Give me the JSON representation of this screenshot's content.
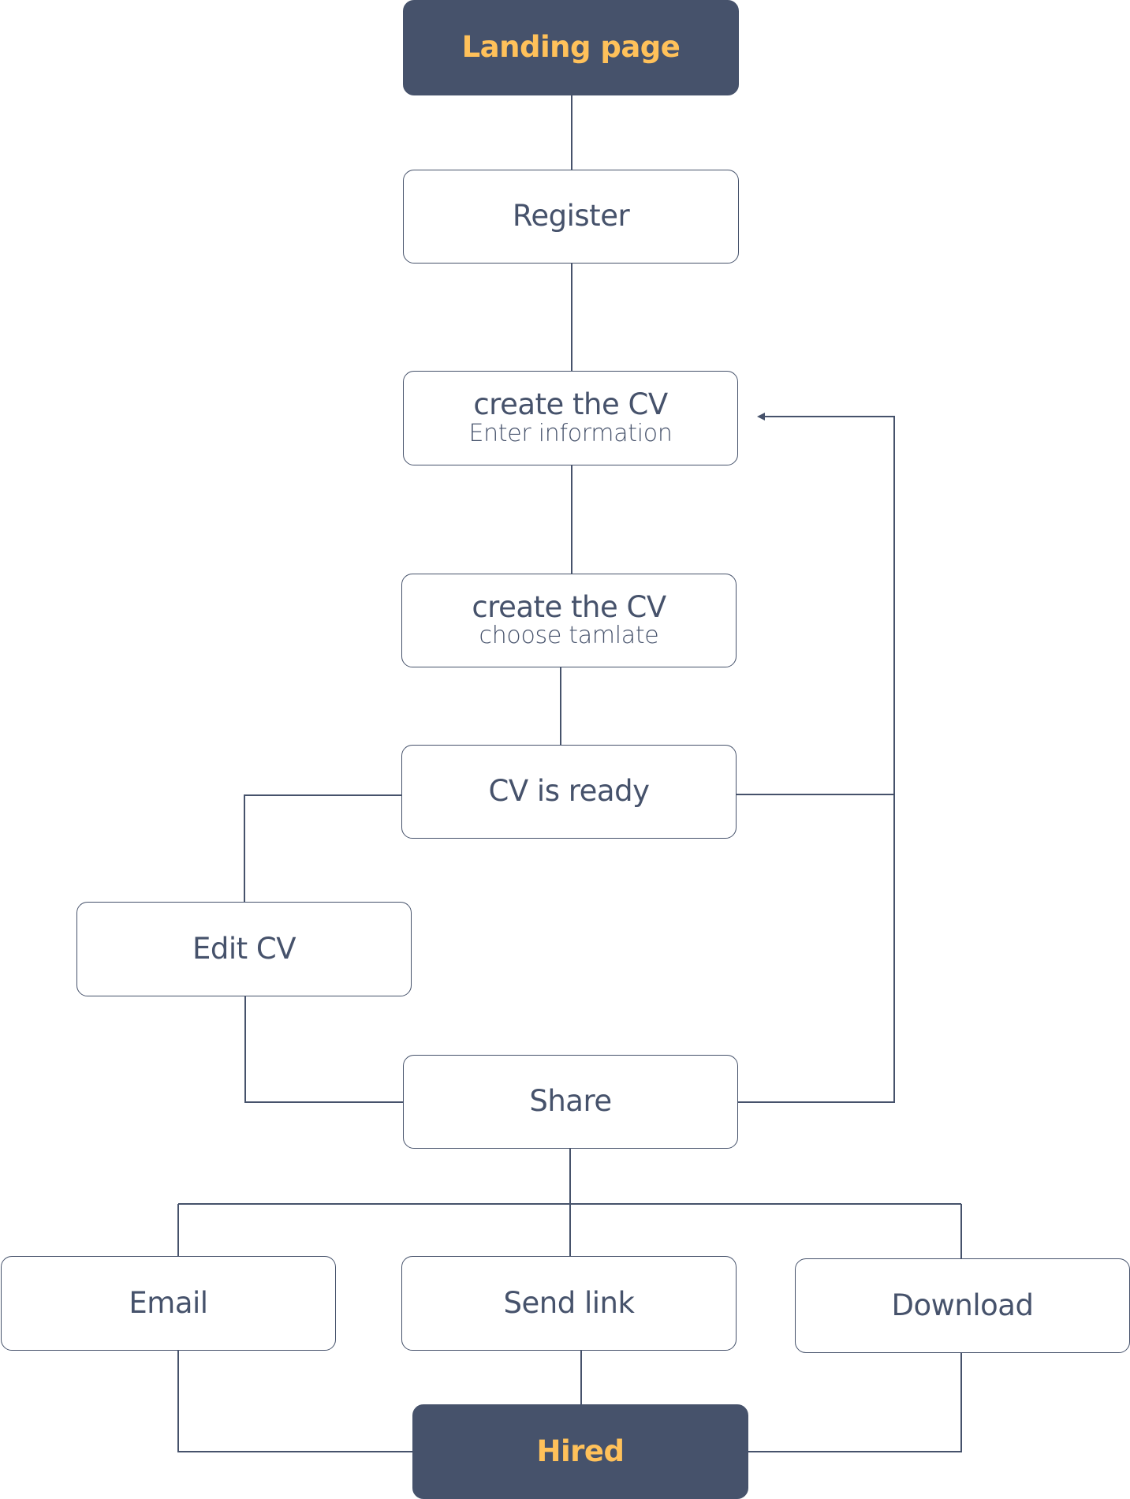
{
  "nodes": {
    "landing_page": {
      "label": "Landing page"
    },
    "register": {
      "label": "Register"
    },
    "create_info": {
      "label": "create the CV",
      "sub": "Enter information"
    },
    "create_template": {
      "label": "create the CV",
      "sub": "choose tamlate"
    },
    "cv_ready": {
      "label": "CV is ready"
    },
    "edit_cv": {
      "label": "Edit CV"
    },
    "share": {
      "label": "Share"
    },
    "email": {
      "label": "Email"
    },
    "send_link": {
      "label": "Send link"
    },
    "download": {
      "label": "Download"
    },
    "hired": {
      "label": "Hired"
    }
  },
  "colors": {
    "stroke": "#46526b",
    "dark_fill": "#46526b",
    "highlight_text": "#ffc15a",
    "background": "#ffffff"
  }
}
